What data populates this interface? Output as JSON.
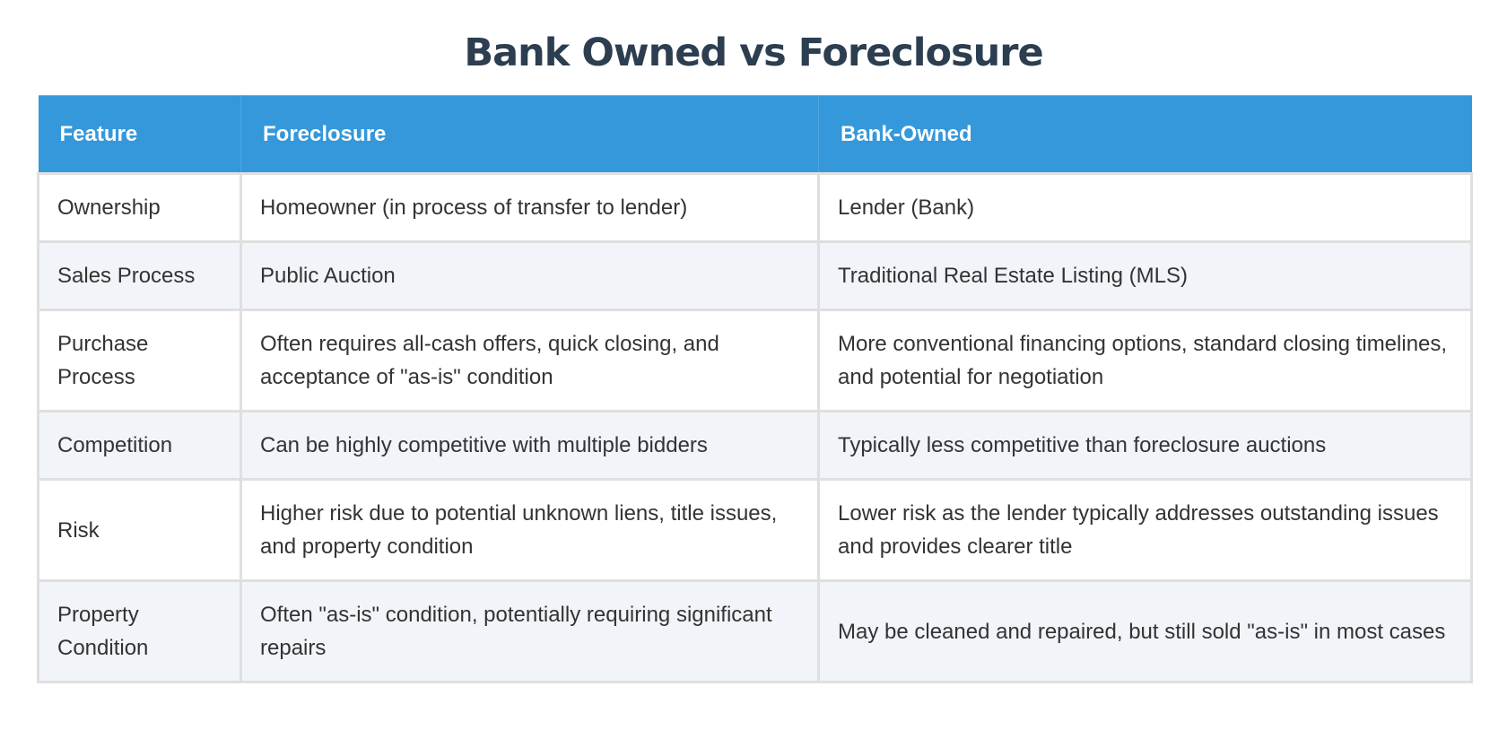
{
  "page": {
    "title": "Bank Owned vs Foreclosure"
  },
  "colors": {
    "title": "#2c3e50",
    "header_bg": "#3498db",
    "header_text": "#ffffff",
    "row_alt_bg": "#f1f4f9",
    "border": "#dfdfdf"
  },
  "table": {
    "headers": [
      "Feature",
      "Foreclosure",
      "Bank-Owned"
    ],
    "rows": [
      {
        "feature": "Ownership",
        "foreclosure": "Homeowner (in process of transfer to lender)",
        "bank_owned": "Lender (Bank)"
      },
      {
        "feature": "Sales Process",
        "foreclosure": "Public Auction",
        "bank_owned": "Traditional Real Estate Listing (MLS)"
      },
      {
        "feature": "Purchase Process",
        "foreclosure": "Often requires all-cash offers, quick closing, and acceptance of \"as-is\" condition",
        "bank_owned": "More conventional financing options, standard closing timelines, and potential for negotiation"
      },
      {
        "feature": "Competition",
        "foreclosure": "Can be highly competitive with multiple bidders",
        "bank_owned": "Typically less competitive than foreclosure auctions"
      },
      {
        "feature": "Risk",
        "foreclosure": "Higher risk due to potential unknown liens, title issues, and property condition",
        "bank_owned": "Lower risk as the lender typically addresses outstanding issues and provides clearer title"
      },
      {
        "feature": "Property Condition",
        "foreclosure": "Often \"as-is\" condition, potentially requiring significant repairs",
        "bank_owned": "May be cleaned and repaired, but still sold \"as-is\" in most cases"
      }
    ]
  }
}
